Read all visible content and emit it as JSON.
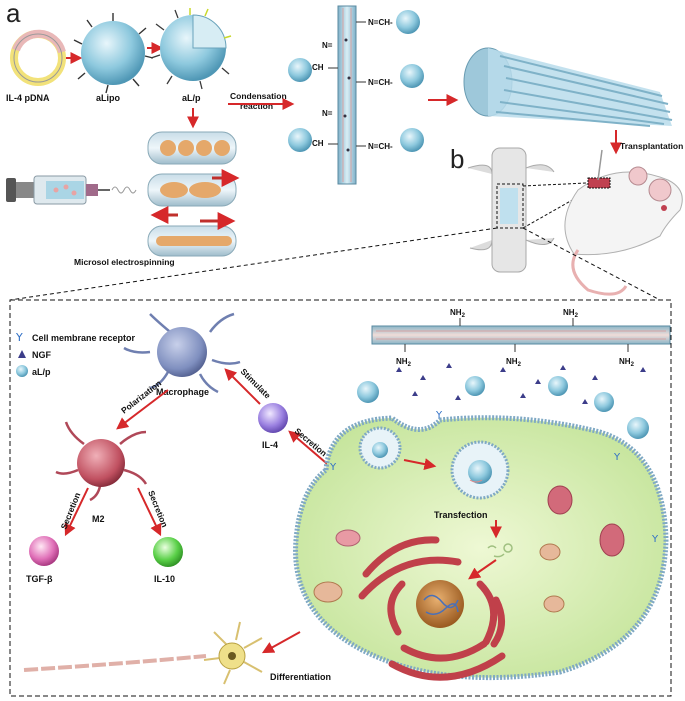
{
  "panel_a": {
    "letter": "a",
    "il4_pdna": "IL-4 pDNA",
    "alipo": "aLipo",
    "alp": "aL/p",
    "condensation_line1": "Condensation",
    "condensation_line2": "reaction",
    "electrospinning": "Microsol electrospinning",
    "imine": "N=CH-",
    "imine_rev": "N=",
    "imine_ch": "CH",
    "transplantation": "Transplantation"
  },
  "panel_b": {
    "letter": "b"
  },
  "legend": {
    "receptor": "Cell membrane receptor",
    "ngf": "NGF",
    "alp": "aL/p"
  },
  "mechanism": {
    "macrophage": "Macrophage",
    "polarization": "Polarization",
    "m2": "M2",
    "secretion": "Secretion",
    "tgf": "TGF-β",
    "il10": "IL-10",
    "stimulate": "Stimulate",
    "il4": "IL-4",
    "transfection": "Transfection",
    "differentiation": "Differentiation",
    "nh2": "NH",
    "nh2_sub": "2"
  },
  "colors": {
    "arrow": "#d6282a",
    "fiber_blue": "#9cc6dc",
    "cell_green": "#d6ecb0",
    "lipo_blue": "#8ec9de",
    "macrophage": "#7f8fbf",
    "m2": "#c05060"
  }
}
